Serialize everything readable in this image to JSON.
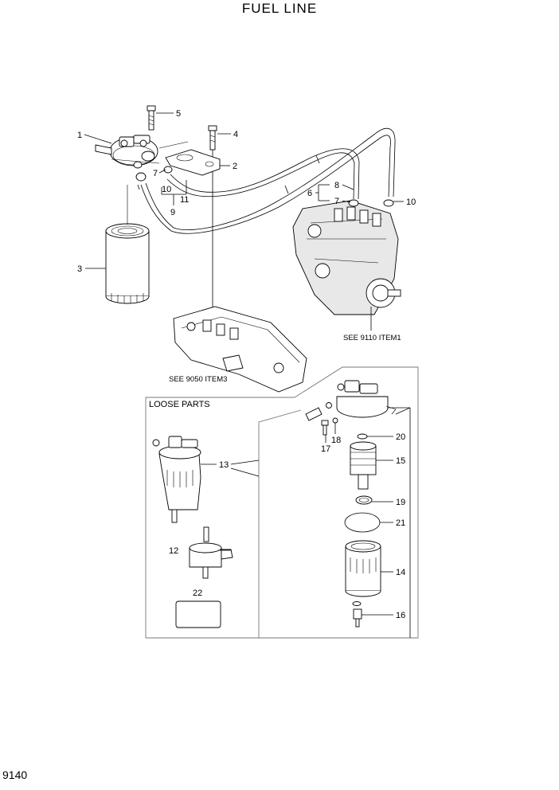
{
  "title": "FUEL LINE",
  "page_number": "9140",
  "loose_parts_label": "LOOSE PARTS",
  "references": {
    "injection_pump": "SEE 9110 ITEM1",
    "cylinder_head": "SEE 9050 ITEM3"
  },
  "callouts": {
    "c1": "1",
    "c2": "2",
    "c3": "3",
    "c4": "4",
    "c5": "5",
    "c6": "6",
    "c7a": "7",
    "c7b": "7",
    "c8": "8",
    "c9": "9",
    "c10a": "10",
    "c10b": "10",
    "c11": "11",
    "c12": "12",
    "c13": "13",
    "c14": "14",
    "c15": "15",
    "c16": "16",
    "c17": "17",
    "c18": "18",
    "c19": "19",
    "c20": "20",
    "c21": "21",
    "c22": "22"
  }
}
